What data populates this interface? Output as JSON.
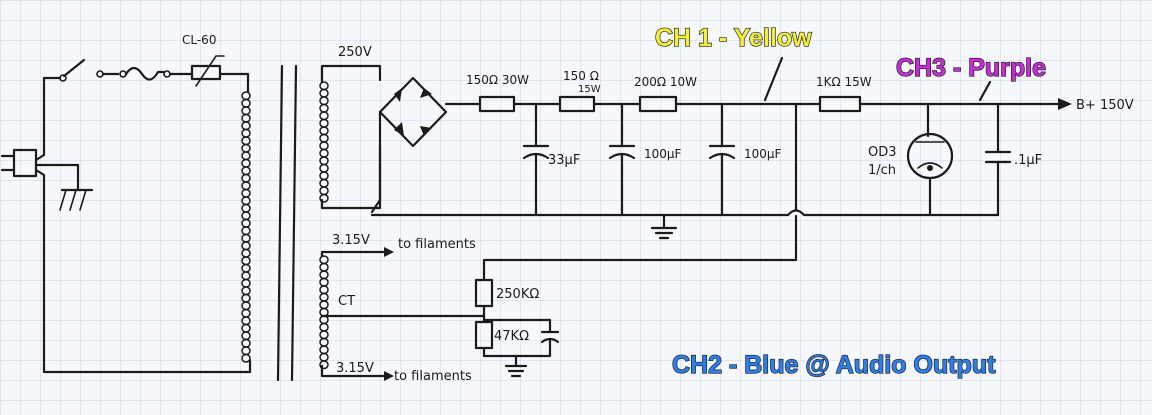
{
  "labels": {
    "cl60": "CL-60",
    "hv_secondary": "250V",
    "r1": "150Ω 30W",
    "r2_top": "150 Ω",
    "r2_bottom": "15W",
    "r3": "200Ω 10W",
    "r4": "1KΩ 15W",
    "c1": "33μF",
    "c2": "100μF",
    "c3": "100μF",
    "c4": ".1μF",
    "tube_top": "OD3",
    "tube_bottom": "1/ch",
    "output": "B+ 150V",
    "fil1_volt": "3.15V",
    "fil1_text": "to filaments",
    "ct": "CT",
    "fil2_volt": "3.15V",
    "fil2_text": "to filaments",
    "r5": "250KΩ",
    "r6": "47KΩ"
  },
  "channels": {
    "ch1": {
      "label": "CH 1 - Yellow",
      "color": "#f2ee3c"
    },
    "ch3": {
      "label": "CH3 - Purple",
      "color": "#c12fd4"
    },
    "ch2": {
      "label": "CH2 - Blue @ Audio Output",
      "color": "#2d7ee6"
    }
  },
  "colors": {
    "grid": "#c8d6ee",
    "ink": "#1b1b1b"
  }
}
